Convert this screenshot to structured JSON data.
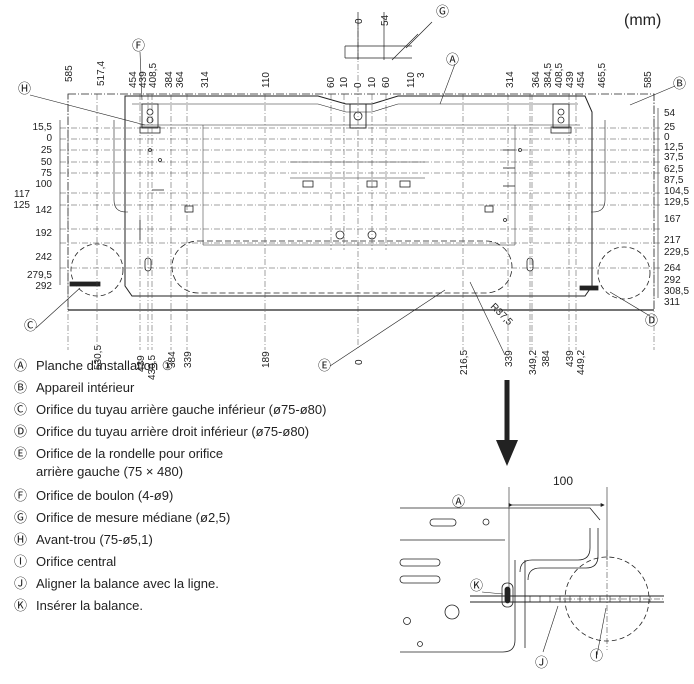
{
  "unit": "(mm)",
  "labels": {
    "A": "Ⓐ",
    "B": "Ⓑ",
    "C": "Ⓒ",
    "D": "Ⓓ",
    "E": "Ⓔ",
    "F": "Ⓕ",
    "G": "Ⓖ",
    "H": "Ⓗ",
    "I": "Ⓘ",
    "J": "Ⓙ",
    "K": "Ⓚ",
    "one": "①"
  },
  "top_dims": {
    "left": [
      "585",
      "517,4",
      "454",
      "439",
      "408,5",
      "384",
      "364",
      "314"
    ],
    "center": [
      "110",
      "60",
      "10",
      "0",
      "10",
      "60",
      "110"
    ],
    "right": [
      "314",
      "364",
      "384,5",
      "408,5",
      "439",
      "454",
      "465,5",
      "585"
    ],
    "gauge": [
      "0",
      "54",
      "3"
    ]
  },
  "left_dims": [
    "15,5",
    "0",
    "25",
    "50",
    "75",
    "100",
    "117",
    "125",
    "142",
    "192",
    "242",
    "279,5",
    "292"
  ],
  "right_dims": [
    "54",
    "25",
    "0",
    "12,5",
    "37,5",
    "62,5",
    "87,5",
    "104,5",
    "129,5",
    "167",
    "217",
    "229,5",
    "264",
    "292",
    "308,5",
    "311"
  ],
  "bottom_dims": [
    "530,5",
    "439",
    "430,5",
    "384",
    "339",
    "189",
    "0",
    "216,5",
    "339",
    "349,2",
    "384",
    "439",
    "449,2"
  ],
  "radius": "R37,5",
  "detail_dim": "100",
  "legend": [
    {
      "mark": "Ⓐ",
      "text": "Planche d’installation ①"
    },
    {
      "mark": "Ⓑ",
      "text": "Appareil intérieur"
    },
    {
      "mark": "Ⓒ",
      "text": "Orifice du tuyau arrière gauche inférieur (ø75-ø80)"
    },
    {
      "mark": "Ⓓ",
      "text": "Orifice du tuyau arrière droit inférieur (ø75-ø80)"
    },
    {
      "mark": "Ⓔ",
      "text": "Orifice de la rondelle pour orifice arrière gauche (75 × 480)"
    },
    {
      "mark": "Ⓕ",
      "text": "Orifice de boulon (4-ø9)"
    },
    {
      "mark": "Ⓖ",
      "text": "Orifice de mesure médiane (ø2,5)"
    },
    {
      "mark": "Ⓗ",
      "text": "Avant-trou (75-ø5,1)"
    },
    {
      "mark": "Ⓘ",
      "text": "Orifice central"
    },
    {
      "mark": "Ⓙ",
      "text": "Aligner la balance avec la ligne."
    },
    {
      "mark": "Ⓚ",
      "text": "Insérer la balance."
    }
  ]
}
